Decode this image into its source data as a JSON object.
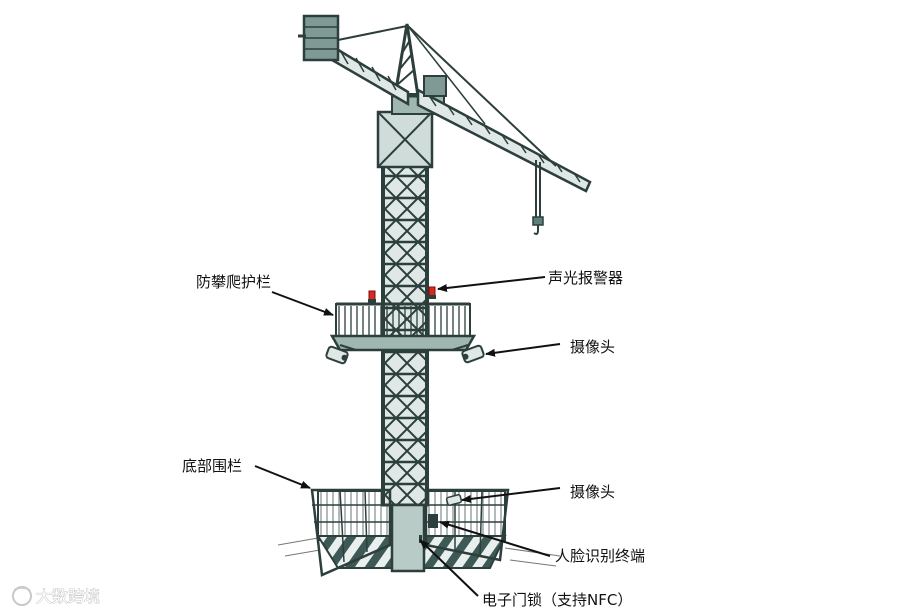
{
  "labels": {
    "guard_rail": "防攀爬护栏",
    "alarm": "声光报警器",
    "camera_top": "摄像头",
    "base_fence": "底部围栏",
    "camera_bottom": "摄像头",
    "face_terminal": "人脸识别终端",
    "door_lock": "电子门锁（支持NFC）"
  },
  "watermark": "大数跨境",
  "colors": {
    "steel": "#5f7f7a",
    "steel_dark": "#2c3f3c",
    "steel_light": "#dfe8e6",
    "alarm": "#d9281f",
    "label_text": "#111111",
    "arrow": "#111111"
  }
}
